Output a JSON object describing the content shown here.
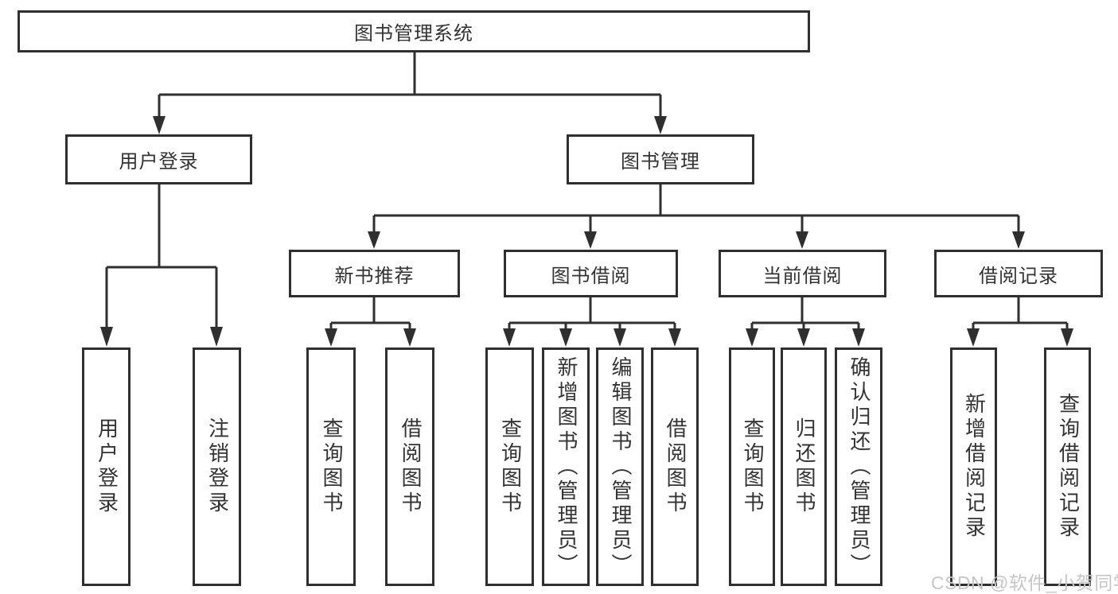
{
  "diagram": {
    "title": "图书管理系统",
    "type": "tree",
    "colors": {
      "border": "#2f2f2f",
      "text": "#333333",
      "background": "#ffffff",
      "watermark": "#c6c6c6"
    },
    "tree": {
      "label": "图书管理系统",
      "children": [
        {
          "label": "用户登录",
          "children": [
            {
              "label": "用户登录"
            },
            {
              "label": "注销登录"
            }
          ]
        },
        {
          "label": "图书管理",
          "children": [
            {
              "label": "新书推荐",
              "children": [
                {
                  "label": "查询图书"
                },
                {
                  "label": "借阅图书"
                }
              ]
            },
            {
              "label": "图书借阅",
              "children": [
                {
                  "label": "查询图书"
                },
                {
                  "label": "新增图书（管理员）"
                },
                {
                  "label": "编辑图书（管理员）"
                },
                {
                  "label": "借阅图书"
                }
              ]
            },
            {
              "label": "当前借阅",
              "children": [
                {
                  "label": "查询图书"
                },
                {
                  "label": "归还图书"
                },
                {
                  "label": "确认归还（管理员）"
                }
              ]
            },
            {
              "label": "借阅记录",
              "children": [
                {
                  "label": "新增借阅记录"
                },
                {
                  "label": "查询借阅记录"
                }
              ]
            }
          ]
        }
      ]
    }
  },
  "watermark": {
    "text": "CSDN @软件_小贺同学"
  }
}
